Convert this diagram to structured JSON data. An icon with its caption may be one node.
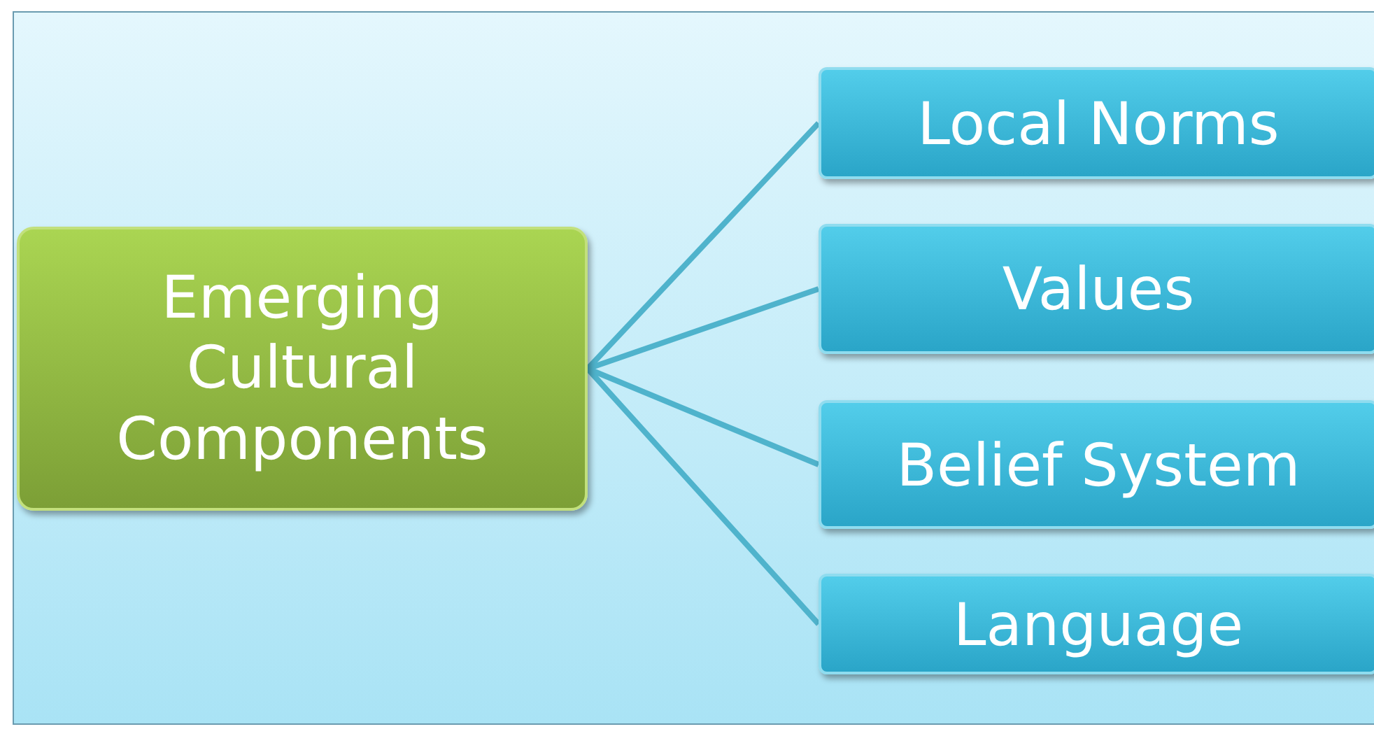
{
  "diagram": {
    "nodes": [
      {
        "text": [
          "Emerging Cultural Components"
        ]
      },
      {
        "text": [
          "Local Norms"
        ]
      },
      {
        "text": [
          "Values"
        ]
      },
      {
        "text": [
          "Belief System"
        ]
      },
      {
        "text": [
          "Language"
        ]
      }
    ],
    "edges": [
      {
        "from": 0,
        "to": 1,
        "arrow": "none"
      },
      {
        "from": 0,
        "to": 2,
        "arrow": "none"
      },
      {
        "from": 0,
        "to": 3,
        "arrow": "none"
      },
      {
        "from": 0,
        "to": 4,
        "arrow": "none"
      }
    ]
  }
}
